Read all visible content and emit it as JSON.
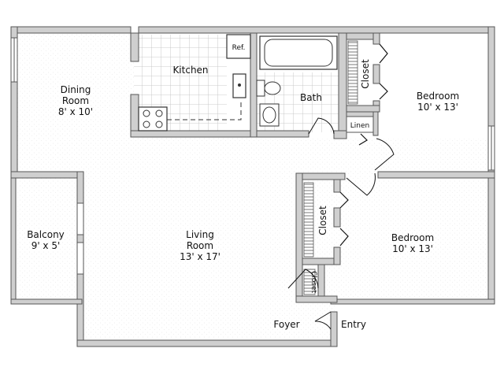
{
  "rooms": {
    "dining": {
      "name_line1": "Dining",
      "name_line2": "Room",
      "size": "8' x 10'"
    },
    "kitchen": {
      "name": "Kitchen"
    },
    "refrigerator": {
      "label": "Ref."
    },
    "bath": {
      "name": "Bath"
    },
    "closet_top": {
      "name": "Closet"
    },
    "bedroom_top": {
      "name": "Bedroom",
      "size": "10' x 13'"
    },
    "linen": {
      "name": "Linen"
    },
    "living": {
      "name_line1": "Living",
      "name_line2": "Room",
      "size": "13' x 17'"
    },
    "balcony": {
      "name": "Balcony",
      "size": "9' x 5'"
    },
    "closet_middle": {
      "name": "Closet"
    },
    "bedroom_bottom": {
      "name": "Bedroom",
      "size": "10' x 13'"
    },
    "closet_small": {
      "name": "Closet"
    },
    "foyer": {
      "name": "Foyer"
    },
    "entry": {
      "name": "Entry"
    }
  },
  "colors": {
    "wall_fill": "#cfcfcf",
    "wall_stroke": "#555555",
    "tile_line": "#c8c8c8",
    "floor": "#ffffff"
  }
}
